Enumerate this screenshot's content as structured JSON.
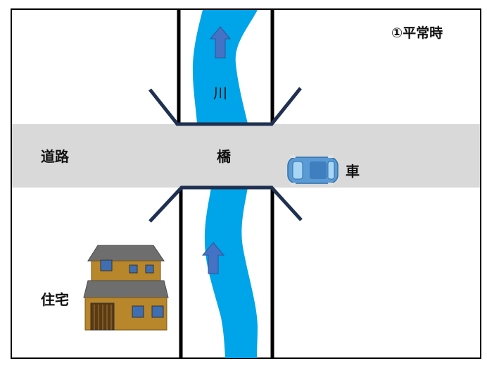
{
  "title": "①平常時",
  "labels": {
    "river": "川",
    "road": "道路",
    "bridge": "橋",
    "car": "車",
    "house": "住宅"
  },
  "colors": {
    "river": "#00a4e8",
    "road": "#d9d9d9",
    "bridge_rail": "#1f3050",
    "arrow": "#4472c4",
    "car_body": "#5b9bd5",
    "house_wall": "#b8862b",
    "house_roof": "#6e6e6e"
  },
  "icons": {
    "river_arrow": "arrow-up-icon",
    "car": "car-icon",
    "house": "house-icon"
  }
}
